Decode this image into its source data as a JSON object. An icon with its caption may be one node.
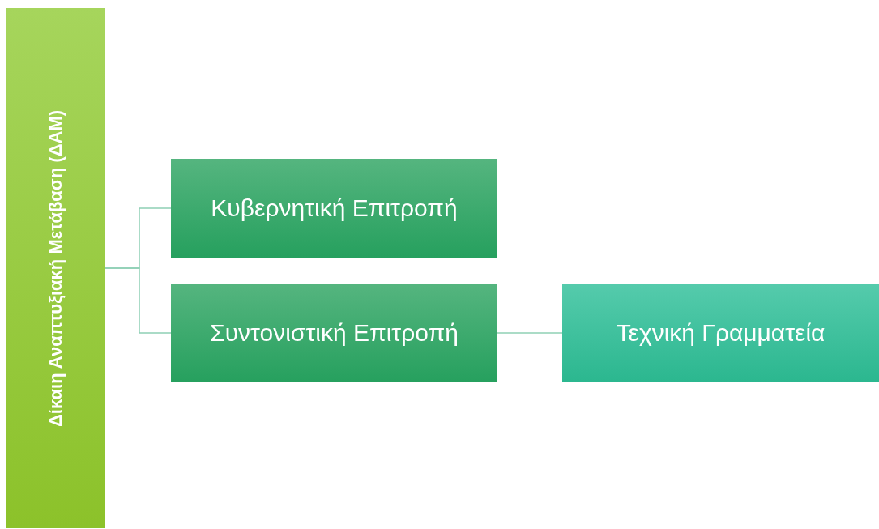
{
  "diagram": {
    "nodes": [
      {
        "text": [
          "Δίκαιη Αναπτυξιακή Μετάβαση (ΔΑΜ)"
        ]
      },
      {
        "text": [
          "Κυβερνητική Επιτροπή"
        ]
      },
      {
        "text": [
          "Συντονιστική Επιτροπή"
        ]
      },
      {
        "text": [
          "Τεχνική Γραμματεία"
        ]
      }
    ],
    "edges": [
      {
        "from": 0,
        "to": 1,
        "arrow": "none"
      },
      {
        "from": 0,
        "to": 2,
        "arrow": "none"
      },
      {
        "from": 2,
        "to": 3,
        "arrow": "none"
      }
    ]
  }
}
